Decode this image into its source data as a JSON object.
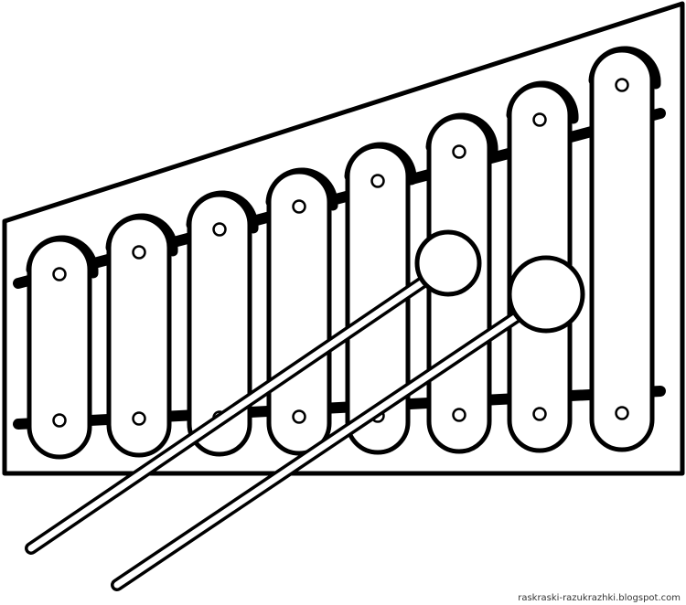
{
  "image": {
    "subject": "xylophone-with-mallets",
    "style": "black-and-white line art",
    "line_color": "#000000",
    "fill_color": "#ffffff",
    "bar_count": 8,
    "mallet_count": 2
  },
  "watermark": {
    "text": "raskraski-razukrazhki.blogspot.com"
  }
}
